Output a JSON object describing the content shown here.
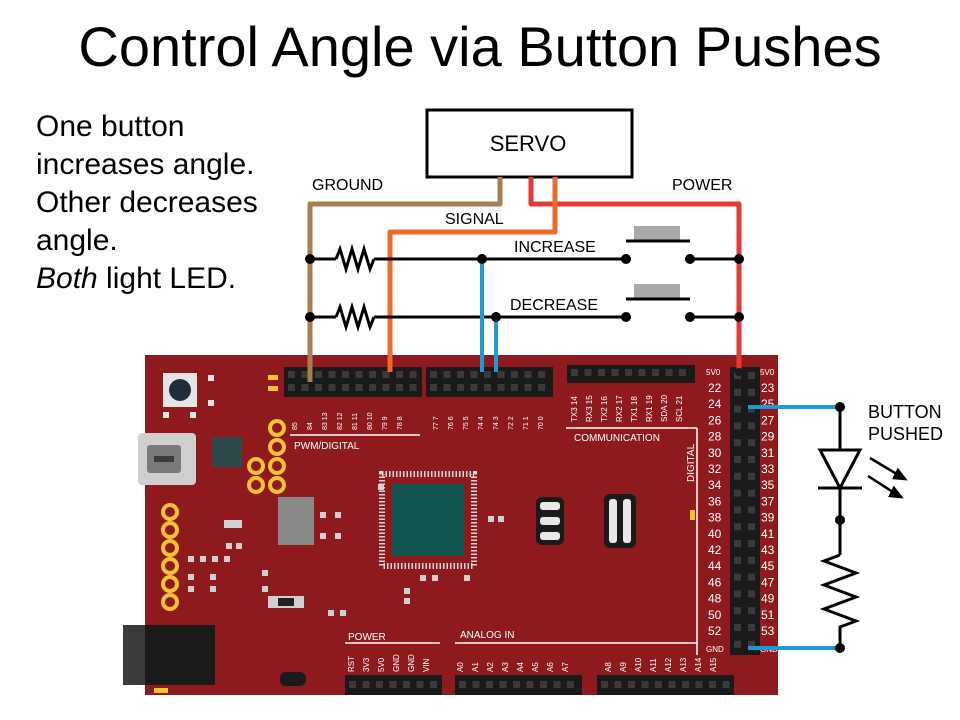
{
  "slide": {
    "title": "Control Angle via Button Pushes",
    "notes": {
      "line1": "One button",
      "line2": "increases angle.",
      "line3": "Other decreases",
      "line4": "angle.",
      "line5_italic": "Both",
      "line5_rest": " light LED."
    }
  },
  "circuit": {
    "servo_label": "SERVO",
    "ground_label": "GROUND",
    "power_label": "POWER",
    "signal_label": "SIGNAL",
    "increase_label": "INCREASE",
    "decrease_label": "DECREASE",
    "button_pushed_line1": "BUTTON",
    "button_pushed_line2": "PUSHED",
    "wire_colors": {
      "ground": "#a77e4f",
      "power": "#e53935",
      "signal": "#ef6a2c",
      "buttons": "#1e9ad6",
      "board": "#8e1a1d",
      "chip": "#11574f"
    }
  },
  "board": {
    "pwm_label": "PWM/DIGITAL",
    "communication_label": "COMMUNICATION",
    "digital_label": "DIGITAL",
    "power_label": "POWER",
    "analog_label": "ANALOG IN",
    "header_5v0_left": "5V0",
    "header_5v0_right": "5V0",
    "gnd_left": "GND",
    "gnd_right": "GND",
    "pwm_pins": [
      "85",
      "84",
      "83 13",
      "82 12",
      "81 11",
      "80 10",
      "79 9",
      "78 8",
      "77 7",
      "76 6",
      "75 5",
      "74 4",
      "74 3",
      "72 2",
      "71 1",
      "70 0"
    ],
    "comm_pins": [
      "TX3 14",
      "RX3 15",
      "TX2 16",
      "RX2 17",
      "TX1 18",
      "RX1 19",
      "SDA 20",
      "SCL 21"
    ],
    "left_col_numbers": [
      "22",
      "24",
      "26",
      "28",
      "30",
      "32",
      "34",
      "36",
      "38",
      "40",
      "42",
      "44",
      "46",
      "48",
      "50",
      "52"
    ],
    "right_col_numbers": [
      "23",
      "25",
      "27",
      "29",
      "31",
      "33",
      "35",
      "37",
      "39",
      "41",
      "43",
      "45",
      "47",
      "49",
      "51",
      "53"
    ],
    "power_pins": [
      "RST",
      "3V3",
      "5V0",
      "GND",
      "GND",
      "VIN"
    ],
    "analog_pins_a": [
      "A0",
      "A1",
      "A2",
      "A3",
      "A4",
      "A5",
      "A6",
      "A7"
    ],
    "analog_pins_b": [
      "A8",
      "A9",
      "A10",
      "A11",
      "A12",
      "A13",
      "A14",
      "A15"
    ]
  }
}
